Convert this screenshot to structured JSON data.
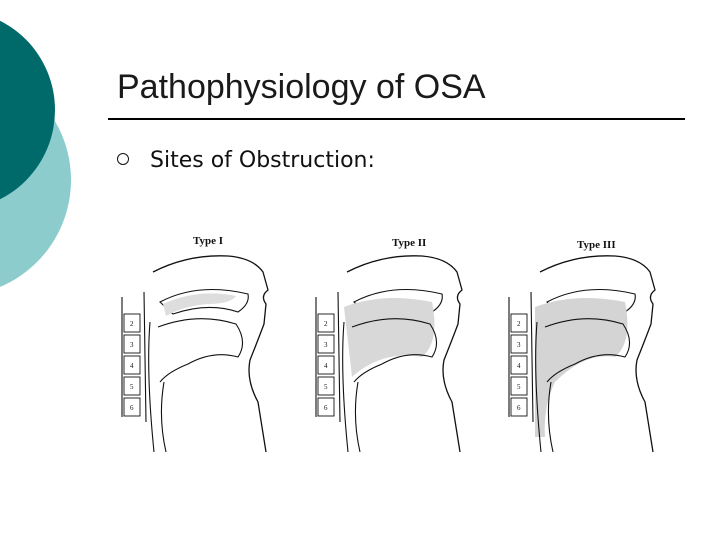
{
  "slide": {
    "title": "Pathophysiology of OSA",
    "bullets": [
      {
        "text": "Sites of Obstruction:"
      }
    ]
  },
  "figure": {
    "panels": [
      {
        "label": "Type I"
      },
      {
        "label": "Type II"
      },
      {
        "label": "Type III"
      }
    ],
    "vertebra_labels": [
      "2",
      "3",
      "4",
      "5",
      "6"
    ]
  },
  "colors": {
    "accent_dark": "#006a6a",
    "accent_light": "#8ccccc",
    "rule": "#000000"
  }
}
